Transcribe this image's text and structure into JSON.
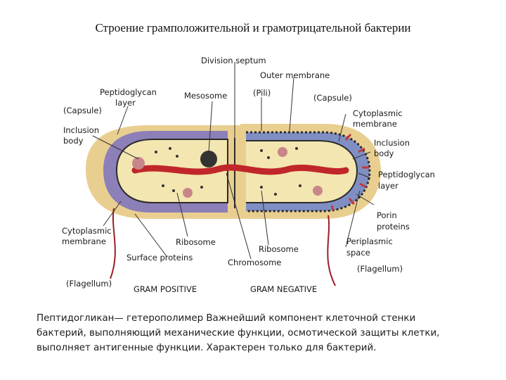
{
  "title": "Строение грамположительной и грамотрицательной бактерии",
  "labels": {
    "division_septum": "Division septum",
    "outer_membrane": "Outer membrane",
    "peptidoglycan_layer_left_1": "Peptidoglycan",
    "peptidoglycan_layer_left_2": "layer",
    "mesosome": "Mesosome",
    "pili": "(Pili)",
    "capsule_right": "(Capsule)",
    "capsule_left": "(Capsule)",
    "cytoplasmic_membrane_right_1": "Cytoplasmic",
    "cytoplasmic_membrane_right_2": "membrane",
    "inclusion_body_left_1": "Inclusion",
    "inclusion_body_left_2": "body",
    "inclusion_body_right_1": "Inclusion",
    "inclusion_body_right_2": "body",
    "peptidoglycan_layer_right_1": "Peptidoglycan",
    "peptidoglycan_layer_right_2": "layer",
    "porin_proteins_1": "Porin",
    "porin_proteins_2": "proteins",
    "cytoplasmic_membrane_left_1": "Cytoplasmic",
    "cytoplasmic_membrane_left_2": "membrane",
    "ribosome_left": "Ribosome",
    "ribosome_right": "Ribosome",
    "periplasmic_space_1": "Periplasmic",
    "periplasmic_space_2": "space",
    "surface_proteins": "Surface proteins",
    "chromosome": "Chromosome",
    "flagellum_right": "(Flagellum)",
    "flagellum_left": "(Flagellum)",
    "gram_positive": "GRAM POSITIVE",
    "gram_negative": "GRAM NEGATIVE"
  },
  "caption": {
    "line1": "Пептидогликан— гетерополимер Важнейший компонент клеточной стенки",
    "line2": "бактерий, выполняющий механические функции, осмотической защиты клетки,",
    "line3": "выполняет антигенные функции. Характерен только для бактерий."
  },
  "colors": {
    "capsule": "#e9cf8f",
    "cell_wall_gram_positive": "#8d7fb8",
    "cytoplasm": "#f3e6b0",
    "chromosome": "#c0262a",
    "inclusion_body": "#c9868a",
    "periplasmic_space": "#7f8fc4",
    "porin_proteins": "#c03a3a",
    "flagellum": "#9b1f24"
  }
}
